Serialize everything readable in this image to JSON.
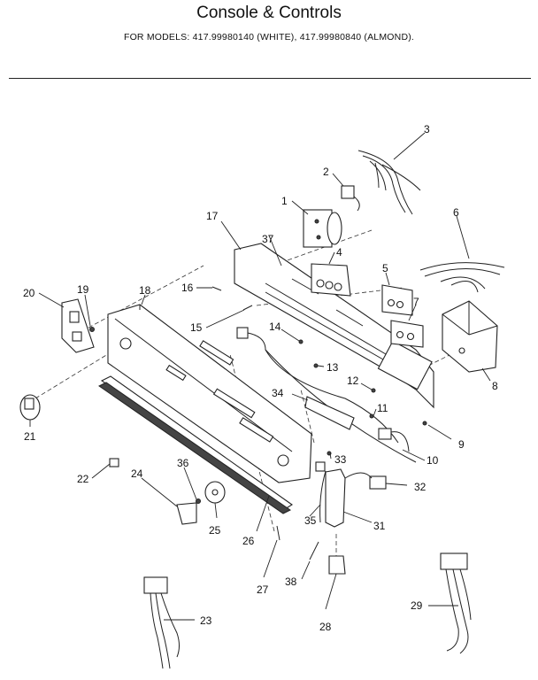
{
  "header": {
    "title": "Console & Controls",
    "subtitle": "FOR MODELS: 417.99980140 (WHITE), 417.99980840 (ALMOND)."
  },
  "callouts": [
    "1",
    "2",
    "3",
    "4",
    "5",
    "6",
    "7",
    "8",
    "9",
    "10",
    "11",
    "12",
    "13",
    "14",
    "15",
    "16",
    "17",
    "18",
    "19",
    "20",
    "21",
    "22",
    "23",
    "24",
    "25",
    "26",
    "27",
    "28",
    "29",
    "31",
    "32",
    "33",
    "34",
    "35",
    "36",
    "37",
    "38"
  ]
}
